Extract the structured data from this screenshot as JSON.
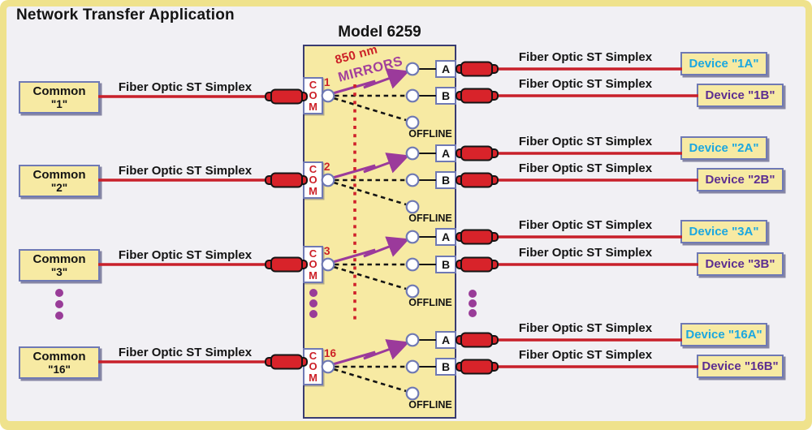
{
  "title": "Network Transfer Application",
  "model": "Model 6259",
  "annotation": {
    "wavelength": "850 nm",
    "mirrors": "MIRRORS"
  },
  "cable_label": "Fiber Optic ST Simplex",
  "com_port_label": "COM",
  "ports": {
    "a": "A",
    "b": "B",
    "offline": "OFFLINE"
  },
  "groups": [
    {
      "number": "1",
      "common_name": "Common",
      "common_id": "\"1\"",
      "device_a": "Device \"1A\"",
      "device_b": "Device \"1B\""
    },
    {
      "number": "2",
      "common_name": "Common",
      "common_id": "\"2\"",
      "device_a": "Device \"2A\"",
      "device_b": "Device \"2B\""
    },
    {
      "number": "3",
      "common_name": "Common",
      "common_id": "\"3\"",
      "device_a": "Device \"3A\"",
      "device_b": "Device \"3B\""
    },
    {
      "number": "16",
      "common_name": "Common",
      "common_id": "\"16\"",
      "device_a": "Device \"16A\"",
      "device_b": "Device \"16B\""
    }
  ],
  "colors": {
    "cable_red": "#C8202A",
    "connector_red": "#D8232A",
    "mirror_purple": "#9B3A9B",
    "dot_purple": "#993C98",
    "wavelength_red": "#CC2027",
    "device_a_text": "#1BA7E0",
    "device_b_text": "#5C2E91",
    "panel_yellow": "#F7EAA3",
    "frame_yellow": "#EFE28C"
  }
}
